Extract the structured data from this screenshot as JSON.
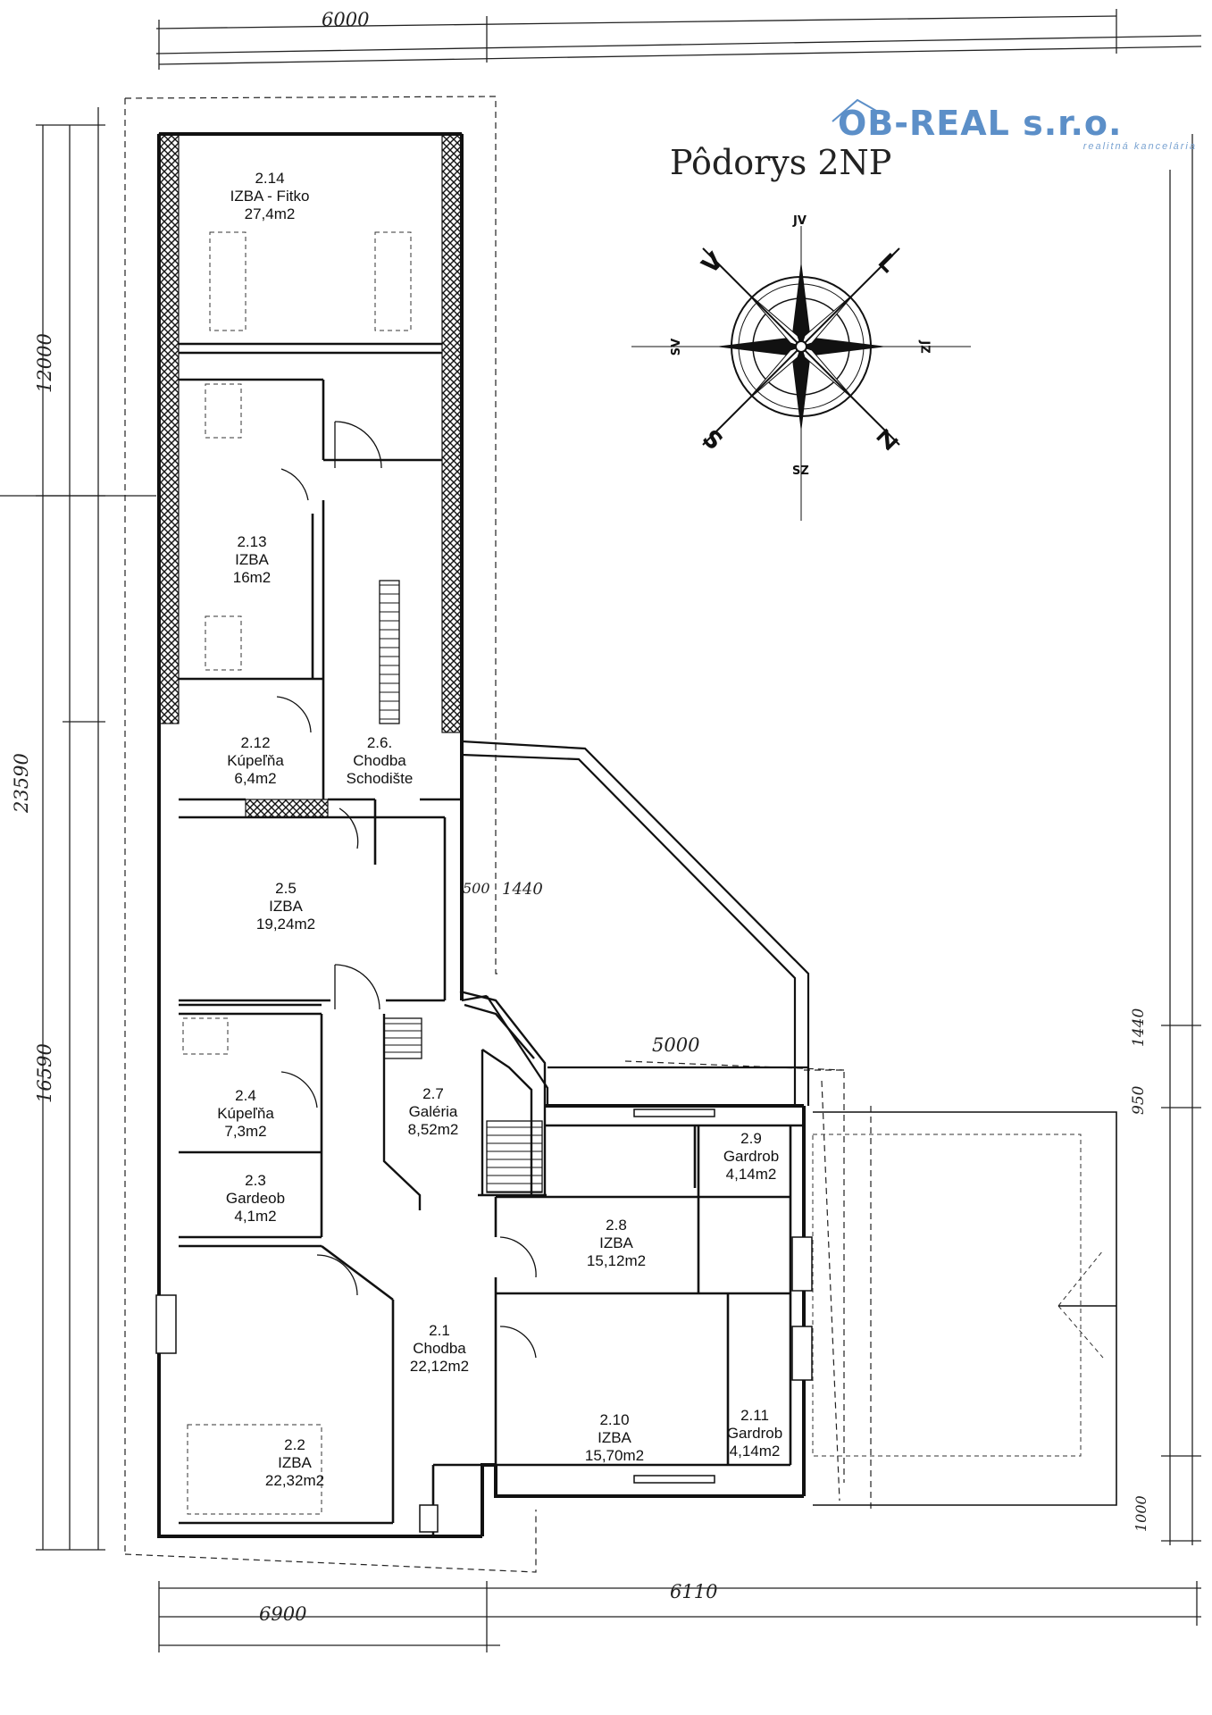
{
  "title": "Pôdorys 2NP",
  "logo": {
    "name": "OB-REAL s.r.o.",
    "tagline": "realitná kancelária",
    "color": "#5c8fc8"
  },
  "compass": {
    "north": "JV",
    "south": "SZ",
    "west": "SV",
    "east": "JZ",
    "diag_tl": "V",
    "diag_tr": "L",
    "diag_bl": "S",
    "diag_br": "Z"
  },
  "dimensions": {
    "top_width": "6000",
    "bottom_left": "6900",
    "bottom_right": "6110",
    "left_total": "23590",
    "left_upper": "12000",
    "left_lower": "16590",
    "mid_500": "500",
    "mid_1440": "1440",
    "mid_5000": "5000",
    "right_1440": "1440",
    "right_950": "950",
    "right_1000": "1000"
  },
  "rooms": [
    {
      "id": "2.14",
      "type": "IZBA - Fitko",
      "area": "27,4m2"
    },
    {
      "id": "2.13",
      "type": "IZBA",
      "area": "16m2"
    },
    {
      "id": "2.12",
      "type": "Kúpeľňa",
      "area": "6,4m2"
    },
    {
      "id": "2.6.",
      "type": "Chodba",
      "area": "Schodište"
    },
    {
      "id": "2.5",
      "type": "IZBA",
      "area": "19,24m2"
    },
    {
      "id": "2.4",
      "type": "Kúpeľňa",
      "area": "7,3m2"
    },
    {
      "id": "2.7",
      "type": "Galéria",
      "area": "8,52m2"
    },
    {
      "id": "2.3",
      "type": "Gardeob",
      "area": "4,1m2"
    },
    {
      "id": "2.9",
      "type": "Gardrob",
      "area": "4,14m2"
    },
    {
      "id": "2.8",
      "type": "IZBA",
      "area": "15,12m2"
    },
    {
      "id": "2.1",
      "type": "Chodba",
      "area": "22,12m2"
    },
    {
      "id": "2.2",
      "type": "IZBA",
      "area": "22,32m2"
    },
    {
      "id": "2.10",
      "type": "IZBA",
      "area": "15,70m2"
    },
    {
      "id": "2.11",
      "type": "Gardrob",
      "area": "4,14m2"
    }
  ]
}
